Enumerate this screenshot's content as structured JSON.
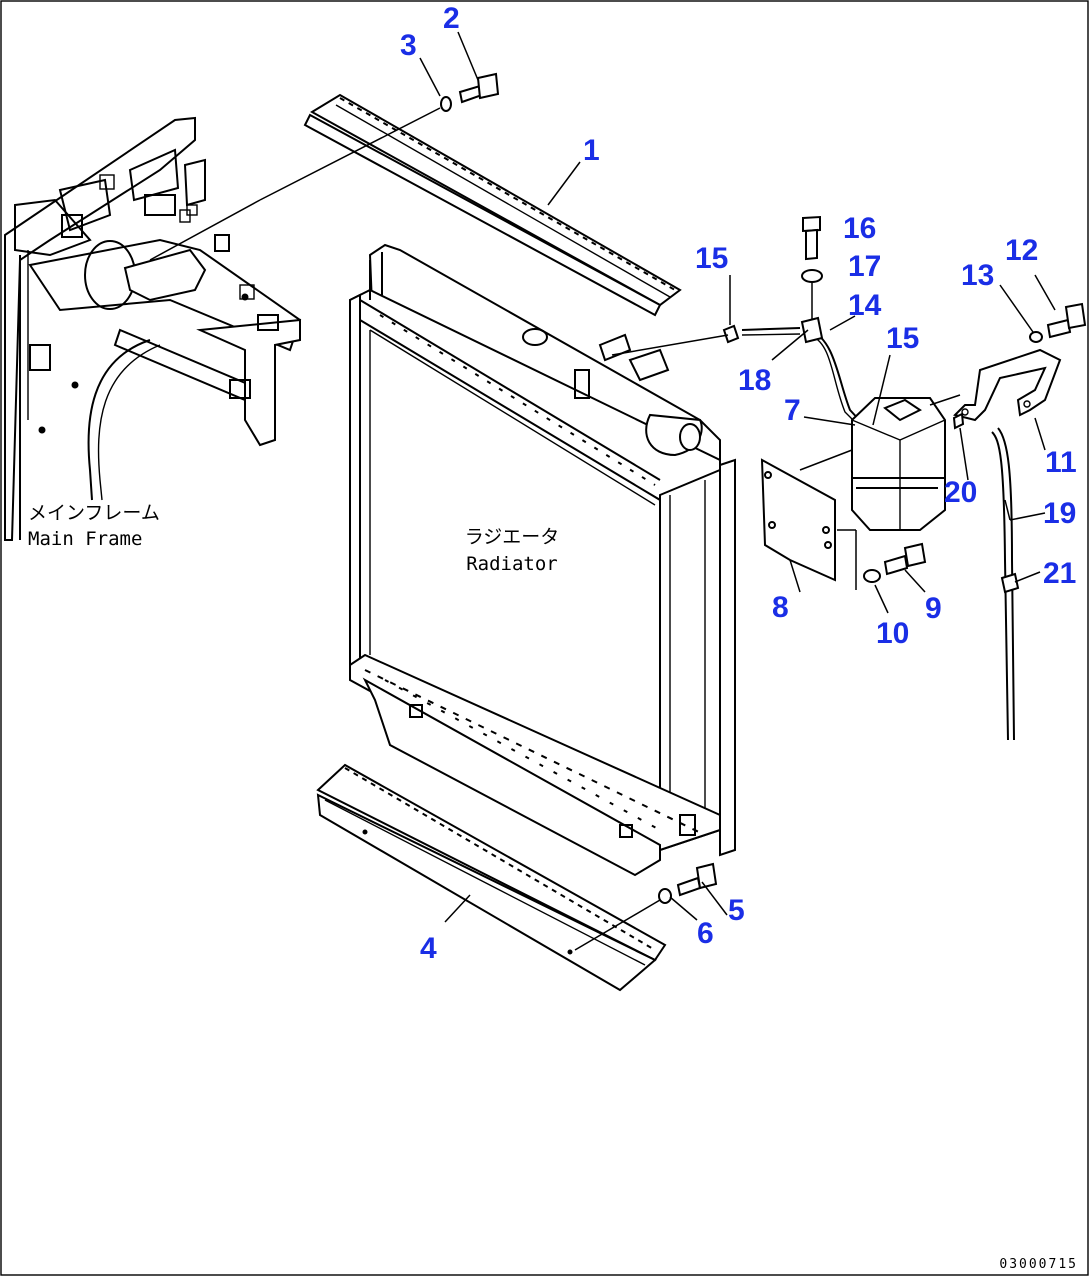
{
  "labels": {
    "main_frame_jp": "メインフレーム",
    "main_frame_en": "Main Frame",
    "radiator_jp": "ラジエータ",
    "radiator_en": "Radiator"
  },
  "callouts": [
    "1",
    "2",
    "3",
    "4",
    "5",
    "6",
    "7",
    "8",
    "9",
    "10",
    "11",
    "12",
    "13",
    "14",
    "15",
    "15",
    "16",
    "17",
    "18",
    "19",
    "20",
    "21"
  ],
  "drawing_code": "03000715",
  "colors": {
    "callout": "#1a2ee6",
    "line": "#000000",
    "background": "#ffffff"
  }
}
